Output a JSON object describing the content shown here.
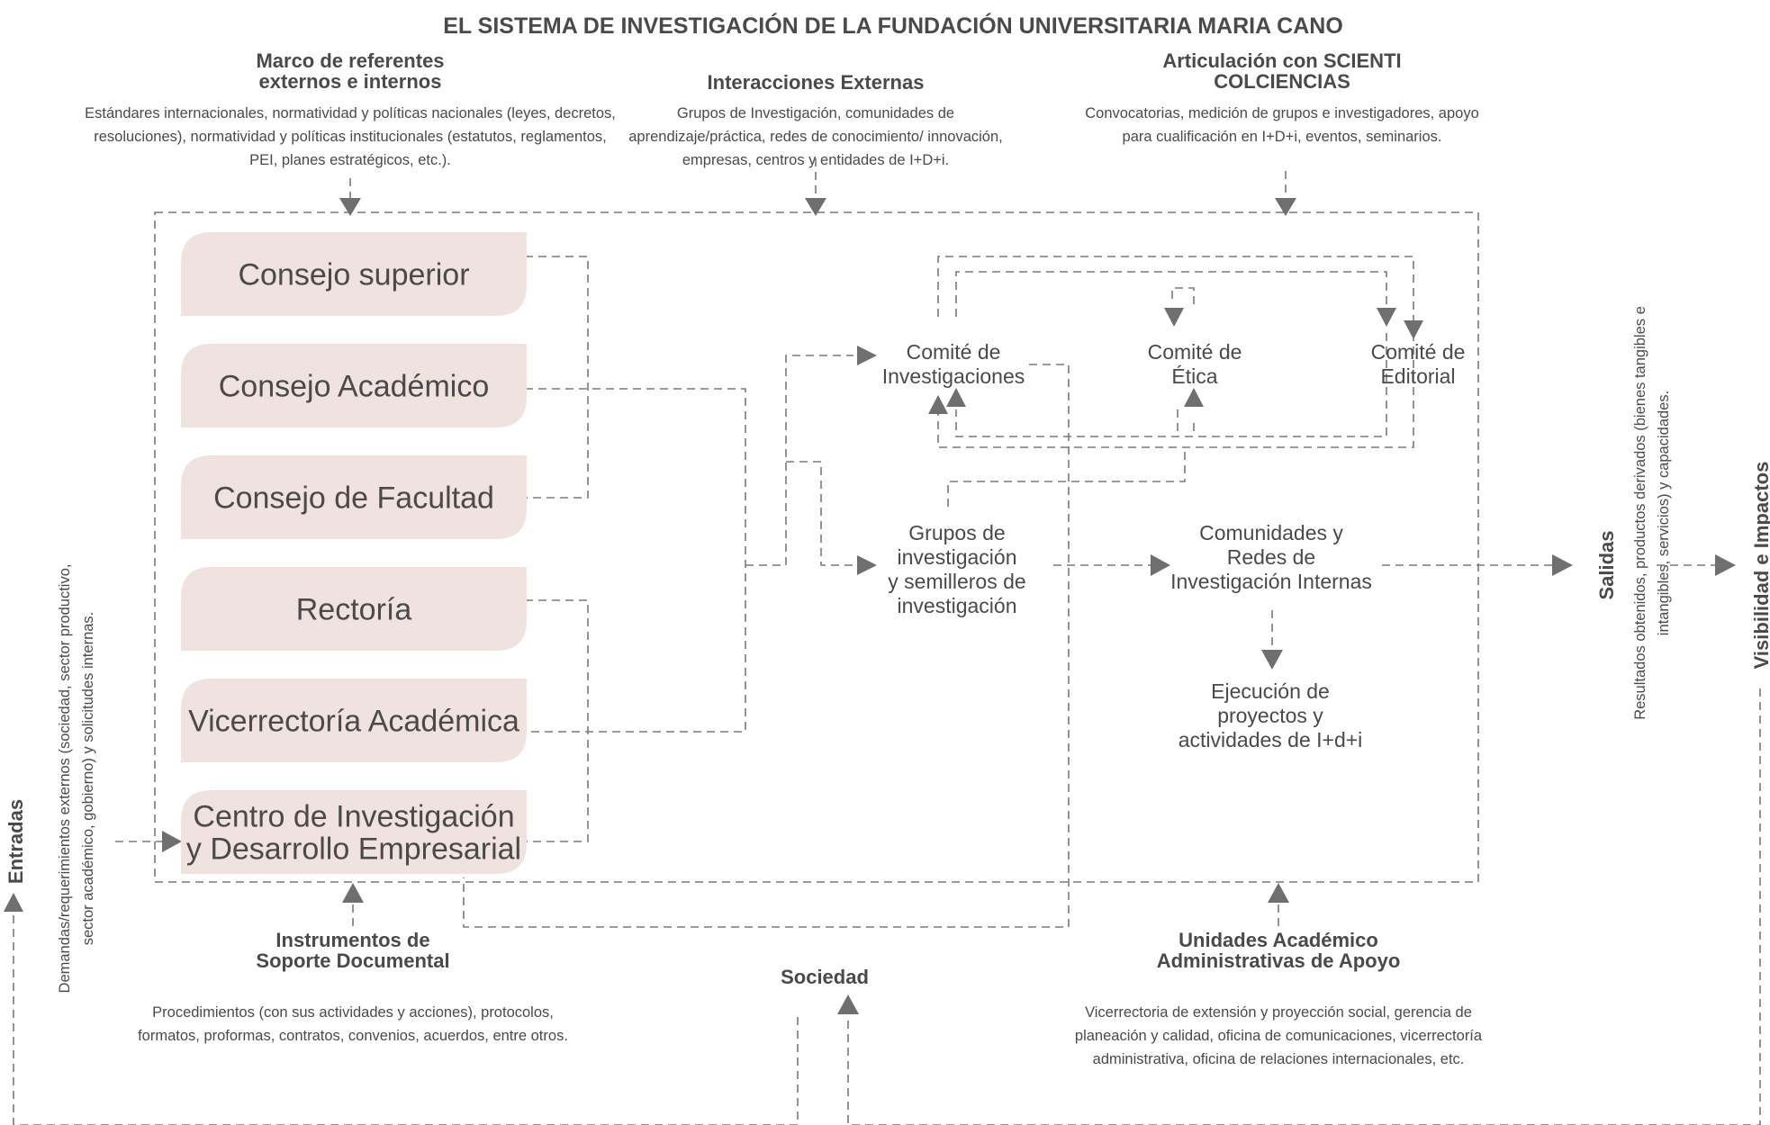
{
  "title": "EL SISTEMA DE INVESTIGACIÓN DE LA FUNDACIÓN UNIVERSITARIA MARIA CANO",
  "top_sections": {
    "marco": {
      "heading": [
        "Marco de referentes",
        "externos e internos"
      ],
      "description": [
        "Estándares internacionales, normatividad y políticas nacionales (leyes, decretos,",
        "resoluciones), normatividad y políticas institucionales (estatutos, reglamentos,",
        "PEI, planes estratégicos, etc.)."
      ]
    },
    "interacciones": {
      "heading": [
        "Interacciones Externas"
      ],
      "description": [
        "Grupos de Investigación, comunidades de",
        "aprendizaje/práctica, redes de conocimiento/ innovación,",
        "empresas, centros y entidades de  I+D+i."
      ]
    },
    "articulacion": {
      "heading": [
        "Articulación con SCIENTI",
        "COLCIENCIAS"
      ],
      "description": [
        "Convocatorias, medición de grupos e investigadores, apoyo",
        "para cualificación en I+D+i, eventos, seminarios."
      ]
    }
  },
  "governance_boxes": [
    {
      "lines": [
        "Consejo superior"
      ]
    },
    {
      "lines": [
        "Consejo Académico"
      ]
    },
    {
      "lines": [
        "Consejo de Facultad"
      ]
    },
    {
      "lines": [
        "Rectoría"
      ]
    },
    {
      "lines": [
        "Vicerrectoría Académica"
      ]
    },
    {
      "lines": [
        "Centro de Investigación",
        "y Desarrollo Empresarial"
      ]
    }
  ],
  "committees": {
    "investigaciones": [
      "Comité de",
      "Investigaciones"
    ],
    "etica": [
      "Comité de",
      "Ética"
    ],
    "editorial": [
      "Comité de",
      "Editorial"
    ]
  },
  "groups": [
    "Grupos de",
    "investigación",
    "y semilleros de",
    "investigación"
  ],
  "communities": [
    "Comunidades y",
    "Redes de",
    "Investigación Internas"
  ],
  "execution": [
    "Ejecución de",
    "proyectos y",
    "actividades de I+d+i"
  ],
  "bottom_sections": {
    "instrumentos": {
      "heading": [
        "Instrumentos de",
        "Soporte Documental"
      ],
      "description": [
        "Procedimientos (con sus actividades y acciones), protocolos,",
        "formatos, proformas, contratos, convenios,  acuerdos, entre otros."
      ]
    },
    "sociedad": {
      "heading": [
        "Sociedad"
      ]
    },
    "unidades": {
      "heading": [
        "Unidades Académico",
        "Administrativas de Apoyo"
      ],
      "description": [
        "Vicerrectoria de extensión y proyección social, gerencia de",
        "planeación y calidad, oficina de comunicaciones, vicerrectoría",
        "administrativa, oficina de relaciones internacionales, etc."
      ]
    }
  },
  "entradas": {
    "heading": "Entradas",
    "description": [
      "Demandas/requerimientos externos (sociedad, sector productivo,",
      "sector académico, gobierno) y solicitudes internas."
    ]
  },
  "salidas": {
    "heading": "Salidas",
    "description": [
      "Resultados obtenidos, productos derivados (bienes tangibles e",
      "intangibles, servicios) y capacidades."
    ]
  },
  "visibilidad": {
    "heading": "Visibilidad e Impactos"
  },
  "colors": {
    "box_fill": "#f0e2de",
    "text": "#4a4a4a",
    "line": "#7a7a7a",
    "arrow": "#6f6f6f"
  }
}
